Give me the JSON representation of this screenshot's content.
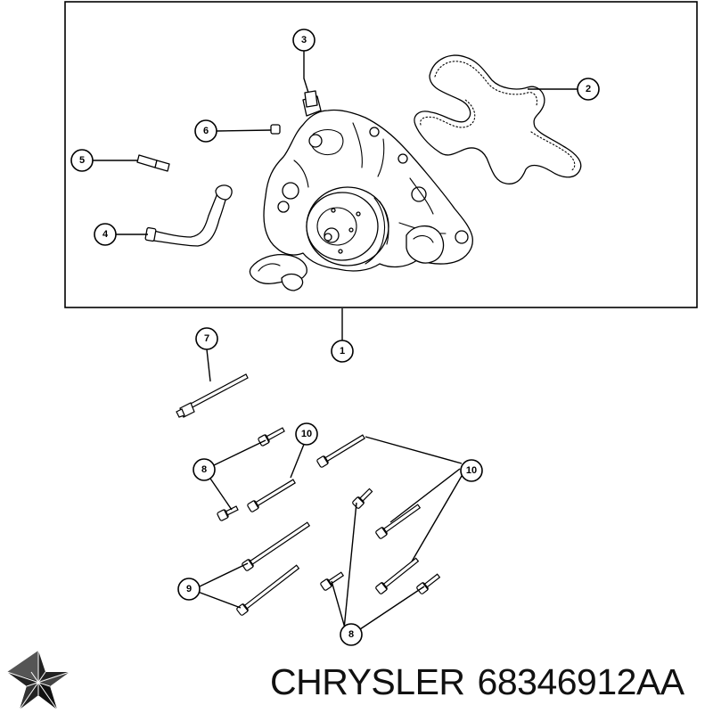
{
  "callouts": [
    {
      "id": "1",
      "label": "1"
    },
    {
      "id": "2",
      "label": "2"
    },
    {
      "id": "3",
      "label": "3"
    },
    {
      "id": "4",
      "label": "4"
    },
    {
      "id": "5",
      "label": "5"
    },
    {
      "id": "6",
      "label": "6"
    },
    {
      "id": "7",
      "label": "7"
    },
    {
      "id": "8a",
      "label": "8"
    },
    {
      "id": "8b",
      "label": "8"
    },
    {
      "id": "9",
      "label": "9"
    },
    {
      "id": "10a",
      "label": "10"
    },
    {
      "id": "10b",
      "label": "10"
    }
  ],
  "brand": {
    "name": "CHRYSLER",
    "part_number": "68346912AA",
    "logo_icon": "pentastar-icon"
  },
  "colors": {
    "line": "#000000",
    "background": "#ffffff"
  }
}
